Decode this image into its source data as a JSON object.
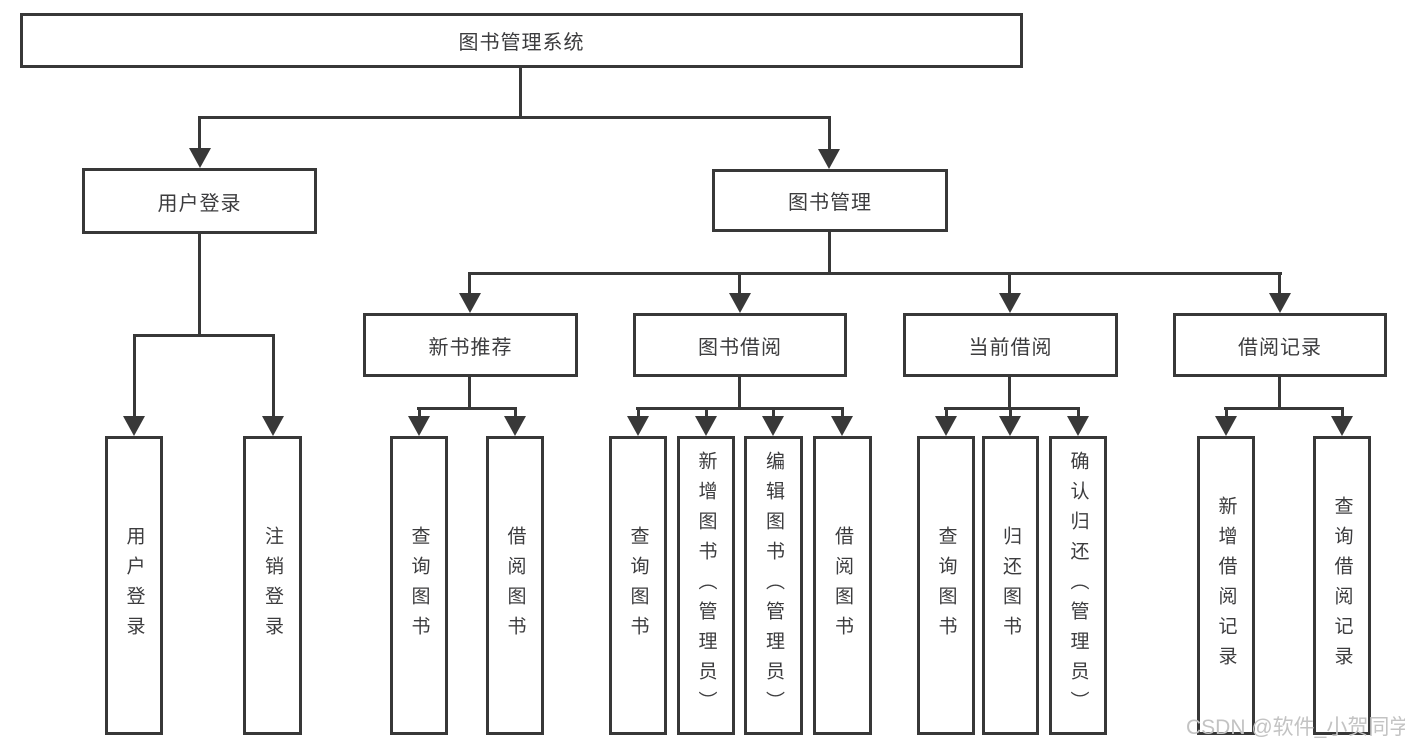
{
  "diagram": {
    "title": "图书管理系统",
    "level2": {
      "user": "用户登录",
      "books": "图书管理"
    },
    "level3": {
      "recommend": "新书推荐",
      "borrow": "图书借阅",
      "current": "当前借阅",
      "records": "借阅记录"
    },
    "leaves": {
      "user": [
        "用户登录",
        "注销登录"
      ],
      "recommend": [
        "查询图书",
        "借阅图书"
      ],
      "borrow": [
        "查询图书",
        "新增图书（管理员）",
        "编辑图书（管理员）",
        "借阅图书"
      ],
      "current": [
        "查询图书",
        "归还图书",
        "确认归还（管理员）"
      ],
      "records": [
        "新增借阅记录",
        "查询借阅记录"
      ]
    },
    "watermark": "CSDN @软件_小贺同学",
    "colors": {
      "line": "#383838",
      "text": "#3c3c3e",
      "watermark": "#c3c3c3",
      "background": "#ffffff"
    }
  }
}
